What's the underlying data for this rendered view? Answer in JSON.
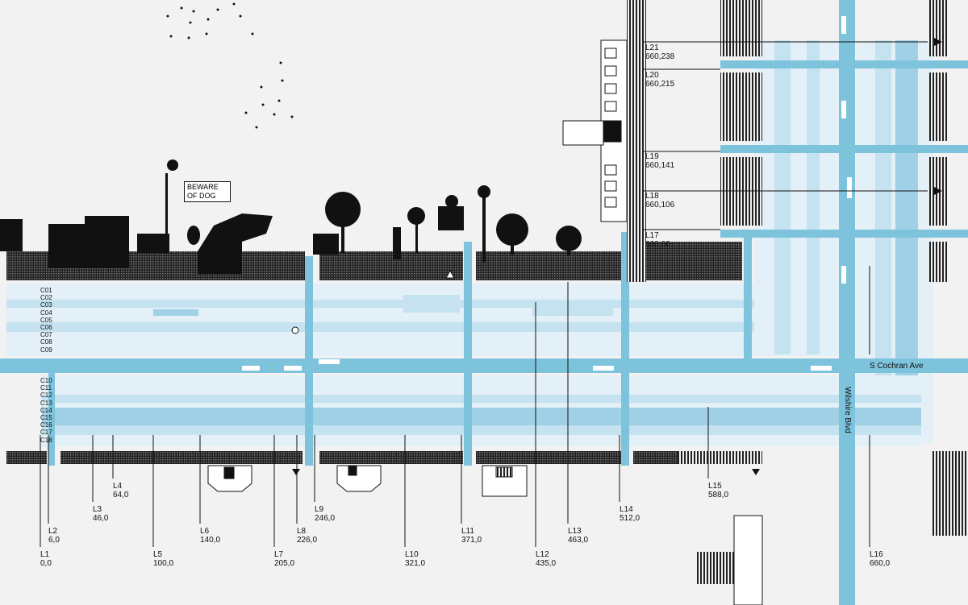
{
  "colors": {
    "street_blue": "#7ec3dc",
    "band_light": "#e3f0f7",
    "band_mid": "#c4e2ef",
    "band_dark": "#9fd0e6",
    "ink": "#111111",
    "background": "#f2f2f2"
  },
  "sign": {
    "text": "BEWARE\nOF DOG"
  },
  "streets": {
    "horizontal": "S Cochran Ave",
    "vertical": "Wilshire Blvd"
  },
  "row_codes_top": [
    "C01",
    "C02",
    "C03",
    "C04",
    "C05",
    "C06",
    "C07",
    "C08",
    "C09"
  ],
  "row_codes_bottom": [
    "C10",
    "C11",
    "C12",
    "C13",
    "C14",
    "C15",
    "C16",
    "C17",
    "C18"
  ],
  "markers_bottom": [
    {
      "id": "L1",
      "value": "0,0"
    },
    {
      "id": "L2",
      "value": "6,0"
    },
    {
      "id": "L3",
      "value": "46,0"
    },
    {
      "id": "L4",
      "value": "64,0"
    },
    {
      "id": "L5",
      "value": "100,0"
    },
    {
      "id": "L6",
      "value": "140,0"
    },
    {
      "id": "L7",
      "value": "205,0"
    },
    {
      "id": "L8",
      "value": "226,0"
    },
    {
      "id": "L9",
      "value": "246,0"
    },
    {
      "id": "L10",
      "value": "321,0"
    },
    {
      "id": "L11",
      "value": "371,0"
    },
    {
      "id": "L12",
      "value": "435,0"
    },
    {
      "id": "L13",
      "value": "463,0"
    },
    {
      "id": "L14",
      "value": "512,0"
    },
    {
      "id": "L15",
      "value": "588,0"
    },
    {
      "id": "L16",
      "value": "660,0"
    }
  ],
  "markers_right": [
    {
      "id": "L21",
      "value": "660,238"
    },
    {
      "id": "L20",
      "value": "660,215"
    },
    {
      "id": "L19",
      "value": "660,141"
    },
    {
      "id": "L18",
      "value": "660,106"
    },
    {
      "id": "L17",
      "value": "660,66"
    }
  ]
}
